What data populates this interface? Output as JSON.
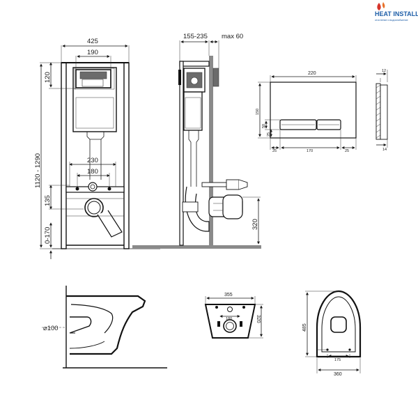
{
  "brand": {
    "name": "HEAT INSTALL",
    "tagline": "отопление и водоснабжение",
    "accent_color": "#d6342a",
    "text_color": "#1f5fa8"
  },
  "front_view": {
    "width_total": "425",
    "width_button": "190",
    "height_top": "120",
    "height_range": "1120 - 1290",
    "bottom_range": "0-170",
    "height_outlet": "135",
    "bolts_outer": "230",
    "bolts_inner": "180"
  },
  "side_view": {
    "depth_range": "155-235",
    "max_depth": "max 60",
    "outlet_height": "320"
  },
  "flush_plate": {
    "width": "220",
    "height": "150",
    "button_offset": "50",
    "button_height": "25",
    "left_margin": "25",
    "button_width": "170",
    "right_margin": "25",
    "depth_top": "12",
    "depth_bottom": "14"
  },
  "bowl_side": {
    "outlet_diameter": "⌀100"
  },
  "bowl_rear": {
    "width": "355",
    "height": "320",
    "hole_spacing": "180"
  },
  "bowl_top": {
    "length": "485",
    "width": "360",
    "seat_spacing": "175"
  }
}
